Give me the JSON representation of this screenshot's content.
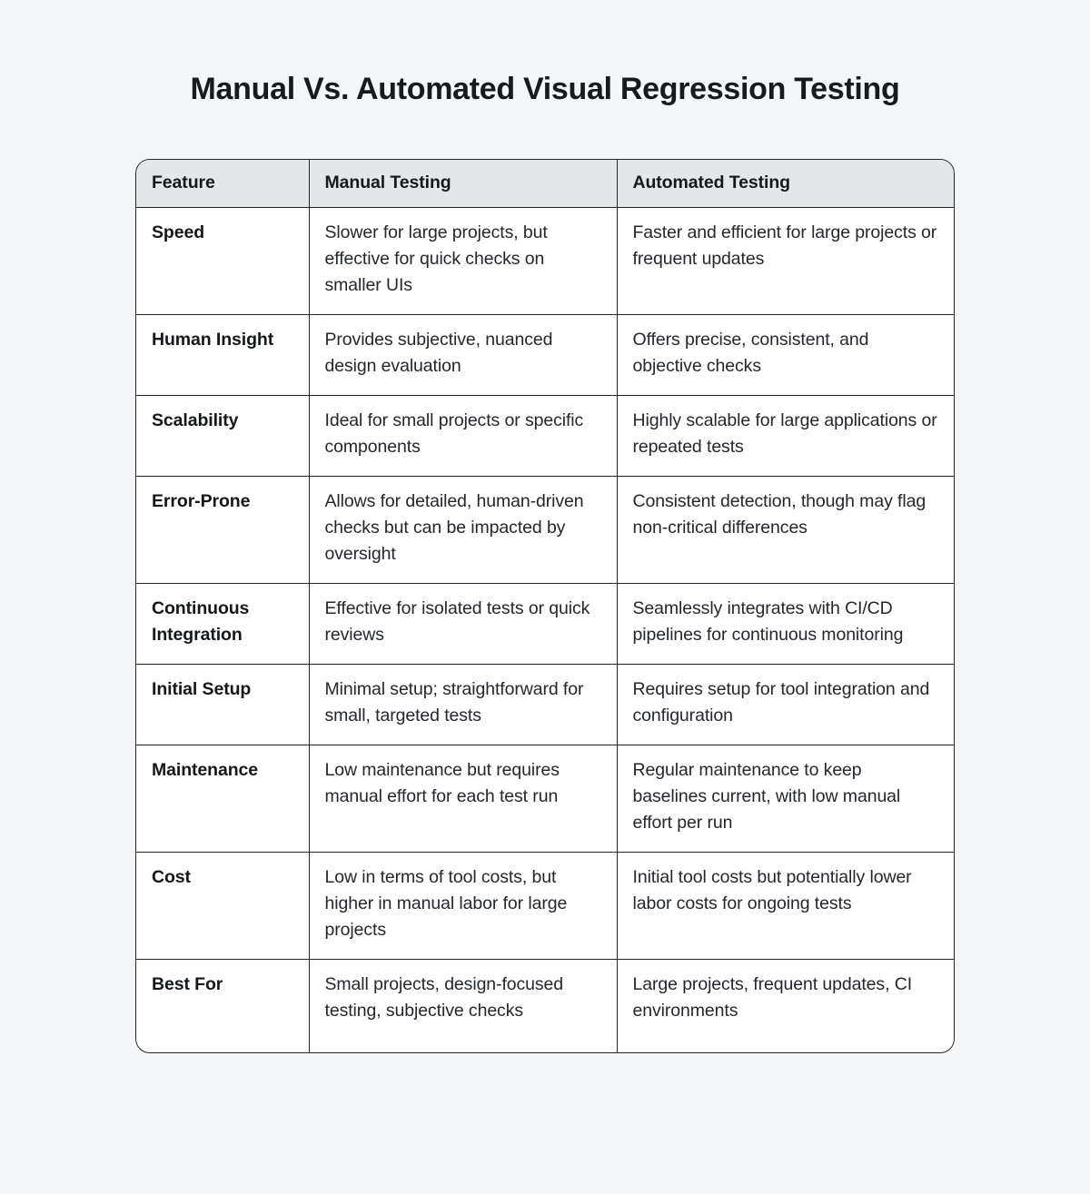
{
  "page": {
    "title": "Manual Vs. Automated Visual Regression Testing",
    "colors": {
      "page_background": "#f4f6f8",
      "table_background": "#ffffff",
      "header_background": "#e4e7e8",
      "grid_border": "#24262a",
      "title_text": "#181b1e",
      "body_text": "#24282c"
    }
  },
  "table": {
    "columns": [
      "Feature",
      "Manual Testing",
      "Automated Testing"
    ],
    "rows": [
      {
        "feature": "Speed",
        "manual": "Slower for large projects, but effective for quick checks on smaller UIs",
        "automated": "Faster and efficient for large projects or frequent updates"
      },
      {
        "feature": "Human Insight",
        "manual": "Provides subjective, nuanced design evaluation",
        "automated": "Offers precise, consistent, and objective checks"
      },
      {
        "feature": "Scalability",
        "manual": "Ideal for small projects or specific components",
        "automated": "Highly scalable for large applications or repeated tests"
      },
      {
        "feature": "Error-Prone",
        "manual": "Allows for detailed, human-driven checks but can be impacted by oversight",
        "automated": "Consistent detection, though may flag non-critical differences"
      },
      {
        "feature": "Continuous Integration",
        "manual": "Effective for isolated tests or quick reviews",
        "automated": "Seamlessly integrates with CI/CD pipelines for continuous monitoring"
      },
      {
        "feature": "Initial Setup",
        "manual": "Minimal setup; straightforward for small, targeted tests",
        "automated": "Requires setup for tool integration and configuration"
      },
      {
        "feature": "Maintenance",
        "manual": "Low maintenance but requires manual effort for each test run",
        "automated": "Regular maintenance to keep baselines current, with low manual effort per run"
      },
      {
        "feature": "Cost",
        "manual": "Low in terms of tool costs, but higher in manual labor for large projects",
        "automated": "Initial tool costs but potentially lower labor costs for ongoing tests"
      },
      {
        "feature": "Best For",
        "manual": "Small projects, design-focused testing, subjective checks",
        "automated": "Large projects, frequent updates, CI environments"
      }
    ]
  }
}
